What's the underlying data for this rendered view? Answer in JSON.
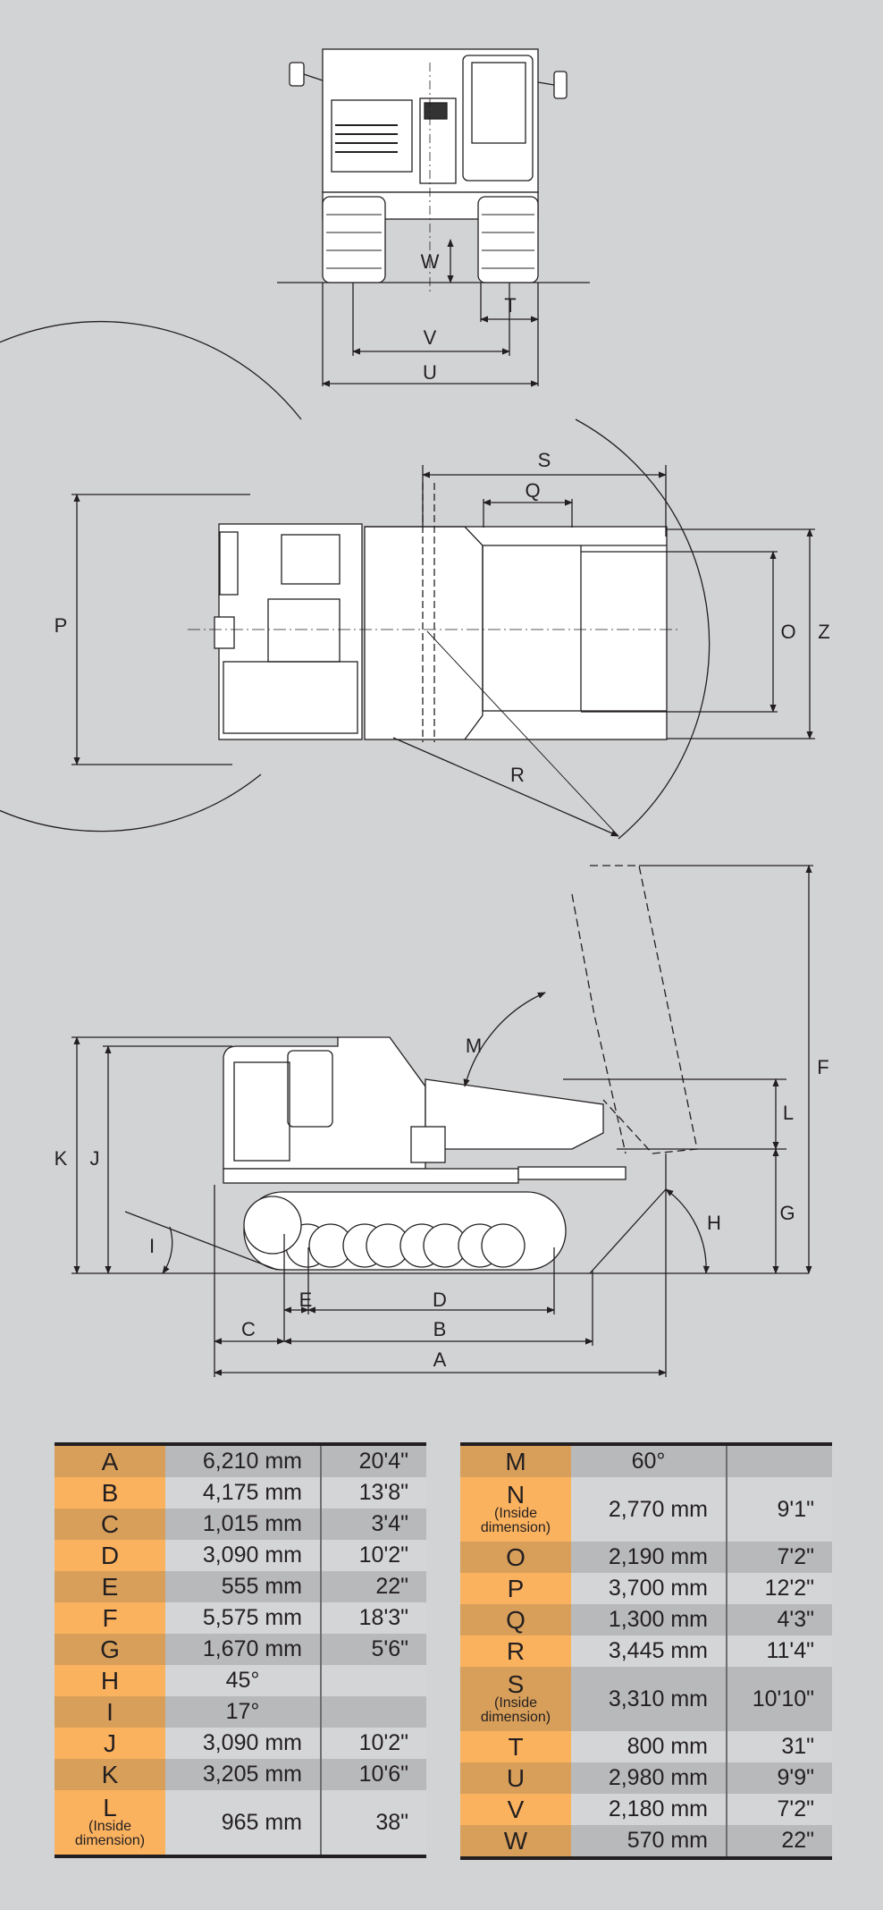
{
  "diagram_labels": {
    "front": {
      "W": "W",
      "T": "T",
      "V": "V",
      "U": "U"
    },
    "top": {
      "S": "S",
      "Q": "Q",
      "P": "P",
      "O": "O",
      "Z": "Z",
      "R": "R"
    },
    "side": {
      "K": "K",
      "J": "J",
      "M": "M",
      "F": "F",
      "L": "L",
      "G": "G",
      "H": "H",
      "I": "I",
      "E": "E",
      "D": "D",
      "C": "C",
      "B": "B",
      "A": "A"
    }
  },
  "colors": {
    "label_dark": "#d89f5a",
    "label_light": "#fbb25f",
    "row_dark": "#b8b9bb",
    "row_light": "#d4d5d7",
    "background": "#d2d3d5"
  },
  "tables": {
    "left": [
      {
        "key": "A",
        "mm": "6,210 mm",
        "ft": "20'4\""
      },
      {
        "key": "B",
        "mm": "4,175 mm",
        "ft": "13'8\""
      },
      {
        "key": "C",
        "mm": "1,015 mm",
        "ft": "3'4\""
      },
      {
        "key": "D",
        "mm": "3,090 mm",
        "ft": "10'2\""
      },
      {
        "key": "E",
        "mm": "555 mm",
        "ft": "22\""
      },
      {
        "key": "F",
        "mm": "5,575 mm",
        "ft": "18'3\""
      },
      {
        "key": "G",
        "mm": "1,670 mm",
        "ft": "5'6\""
      },
      {
        "key": "H",
        "mm": "45°",
        "ft": ""
      },
      {
        "key": "I",
        "mm": "17°",
        "ft": ""
      },
      {
        "key": "J",
        "mm": "3,090 mm",
        "ft": "10'2\""
      },
      {
        "key": "K",
        "mm": "3,205 mm",
        "ft": "10'6\""
      },
      {
        "key": "L",
        "note": "(Inside dimension)",
        "mm": "965 mm",
        "ft": "38\""
      }
    ],
    "right": [
      {
        "key": "M",
        "mm": "60°",
        "ft": ""
      },
      {
        "key": "N",
        "note": "(Inside dimension)",
        "mm": "2,770 mm",
        "ft": "9'1\""
      },
      {
        "key": "O",
        "mm": "2,190 mm",
        "ft": "7'2\""
      },
      {
        "key": "P",
        "mm": "3,700 mm",
        "ft": "12'2\""
      },
      {
        "key": "Q",
        "mm": "1,300 mm",
        "ft": "4'3\""
      },
      {
        "key": "R",
        "mm": "3,445 mm",
        "ft": "11'4\""
      },
      {
        "key": "S",
        "note": "(Inside dimension)",
        "mm": "3,310 mm",
        "ft": "10'10\""
      },
      {
        "key": "T",
        "mm": "800 mm",
        "ft": "31\""
      },
      {
        "key": "U",
        "mm": "2,980 mm",
        "ft": "9'9\""
      },
      {
        "key": "V",
        "mm": "2,180 mm",
        "ft": "7'2\""
      },
      {
        "key": "W",
        "mm": "570 mm",
        "ft": "22\""
      }
    ]
  }
}
